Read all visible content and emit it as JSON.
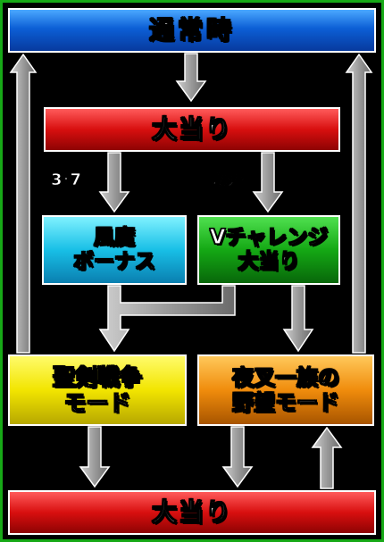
{
  "nodes": {
    "normal": "通常時",
    "hit_1": "大当り",
    "fuuma": "風魔\nボーナス",
    "v_challenge": "Vチャレンジ\n大当り",
    "seiken": "聖剣戦争\nモード",
    "yasha": "夜叉一族の\n野望モード",
    "hit_2": "大当り"
  },
  "conditions": {
    "left": "3･7",
    "right": "以外"
  },
  "colors": {
    "arrow": "#8a8a8a",
    "border": "#17a917"
  }
}
